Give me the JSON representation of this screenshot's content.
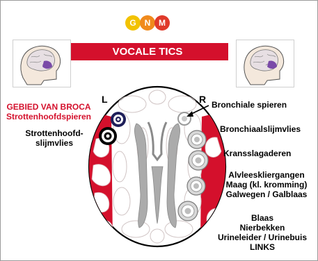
{
  "logo": {
    "letters": [
      "G",
      "N",
      "M"
    ],
    "colors": [
      "#f2c200",
      "#f08a1c",
      "#e03a2a"
    ]
  },
  "title": "VOCALE TICS",
  "side_labels": {
    "left": "L",
    "right": "R"
  },
  "left_labels": {
    "broca_line1": "GEBIED VAN BROCA",
    "broca_line2": "Strottenhoofdspieren",
    "mucosa_line1": "Strottenhoofd-",
    "mucosa_line2": "slijmvlies"
  },
  "right_labels": {
    "bronchial_muscles": "Bronchiale spieren",
    "bronchial_mucosa": "Bronchiaalslijmvlies",
    "coronary_arteries": "Kransslagaderen",
    "pancreas_line1": "Alvleeskliergangen",
    "pancreas_line2": "Maag (kl. kromming)",
    "pancreas_line3": "Galwegen / Galblaas",
    "bladder_line1": "Blaas",
    "bladder_line2": "Nierbekken",
    "bladder_line3": "Urineleider / Urinebuis",
    "bladder_line4": "LINKS"
  },
  "colors": {
    "accent": "#d4102c",
    "target_dark": "#1f1f5a",
    "relay_grey": "#c9c9c9"
  }
}
